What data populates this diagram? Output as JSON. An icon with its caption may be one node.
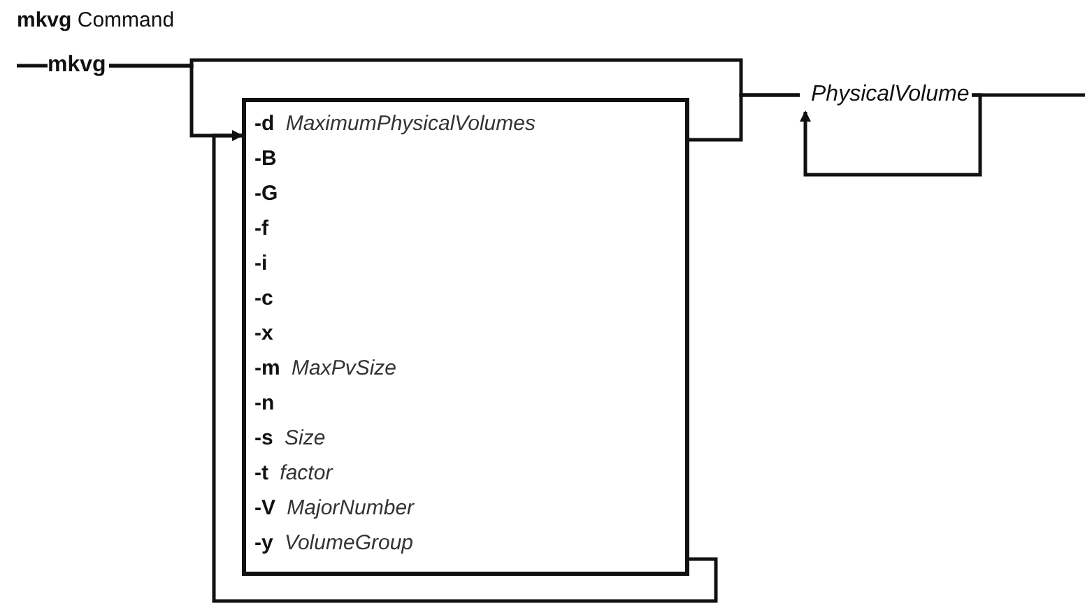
{
  "diagram": {
    "title": "**mkvg** Command",
    "nodes": [
      {
        "text": [
          "mkvg"
        ]
      },
      {
        "text": [
          "-d *MaximumPhysicalVolumes*",
          "-B",
          "-G",
          "-f",
          "-i",
          "-c",
          "-x",
          "-m *MaxPvSize*",
          "-n",
          "-s *Size*",
          "-t *factor*",
          "-V *MajorNumber*",
          "-y *VolumeGroup*"
        ]
      },
      {
        "text": [
          "PhysicalVolume"
        ]
      }
    ],
    "edges": [
      {
        "from": null,
        "to": 0,
        "arrow": "none"
      },
      {
        "from": 0,
        "to": 1,
        "arrow": "none"
      },
      {
        "from": 0,
        "to": 2,
        "arrow": "none"
      },
      {
        "from": 1,
        "to": 2,
        "arrow": "none"
      },
      {
        "from": 1,
        "to": 1,
        "arrow": "to"
      },
      {
        "from": 2,
        "to": 2,
        "arrow": "to"
      },
      {
        "from": 2,
        "to": null,
        "arrow": "none"
      }
    ]
  }
}
